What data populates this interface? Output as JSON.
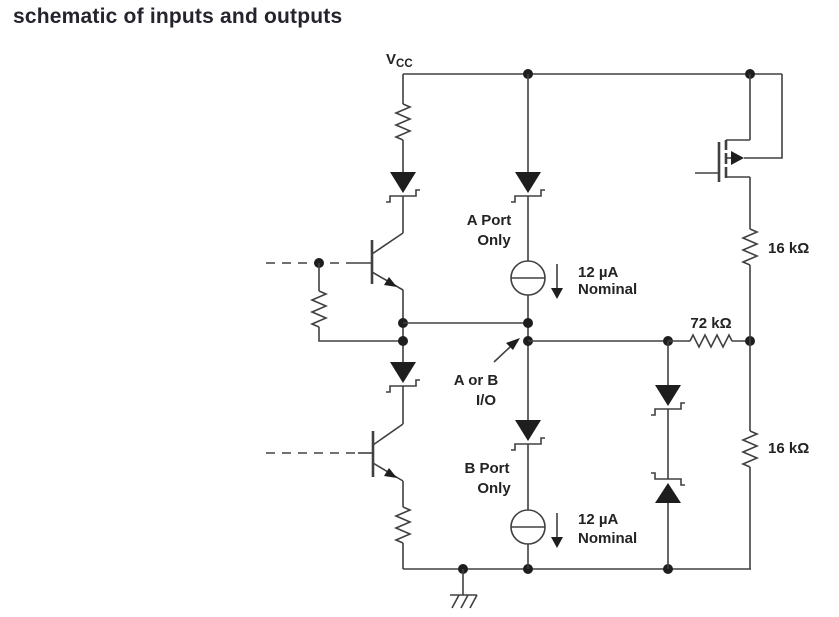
{
  "title": "schematic of inputs and outputs",
  "labels": {
    "vcc": {
      "main": "V",
      "sub": "CC"
    },
    "a_port": {
      "line1": "A Port",
      "line2": "Only"
    },
    "current_a": {
      "line1": "12 µA",
      "line2": "Nominal"
    },
    "io": {
      "line1": "A or B",
      "line2": "I/O"
    },
    "b_port": {
      "line1": "B Port",
      "line2": "Only"
    },
    "current_b": {
      "line1": "12 µA",
      "line2": "Nominal"
    },
    "resistor_72k": "72 kΩ",
    "resistor_16k_upper": "16 kΩ",
    "resistor_16k_lower": "16 kΩ"
  },
  "colors": {
    "background": "#ffffff",
    "wire": "#404040",
    "component_fill": "#1e1e1e",
    "title_text": "#24242e",
    "label_text": "#232323"
  }
}
